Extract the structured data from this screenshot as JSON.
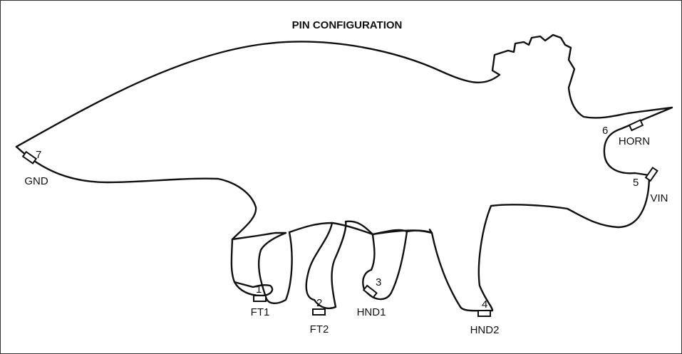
{
  "title": "PIN CONFIGURATION",
  "pins": [
    {
      "number": "1",
      "label": "FT1"
    },
    {
      "number": "2",
      "label": "FT2"
    },
    {
      "number": "3",
      "label": "HND1"
    },
    {
      "number": "4",
      "label": "HND2"
    },
    {
      "number": "5",
      "label": "VIN"
    },
    {
      "number": "6",
      "label": "HORN"
    },
    {
      "number": "7",
      "label": "GND"
    }
  ]
}
